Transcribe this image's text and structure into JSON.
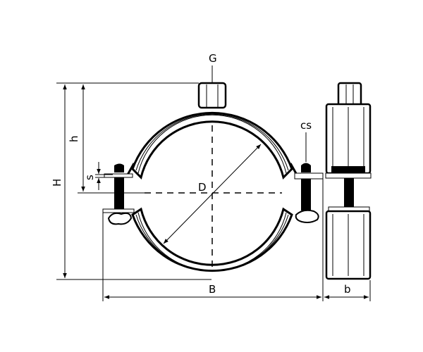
{
  "title": "Pipe clamp dimension drawing",
  "labels": {
    "G": "G",
    "cs": "cs",
    "h": "h",
    "H": "H",
    "s": "s",
    "D": "D",
    "B": "B",
    "b": "b"
  }
}
